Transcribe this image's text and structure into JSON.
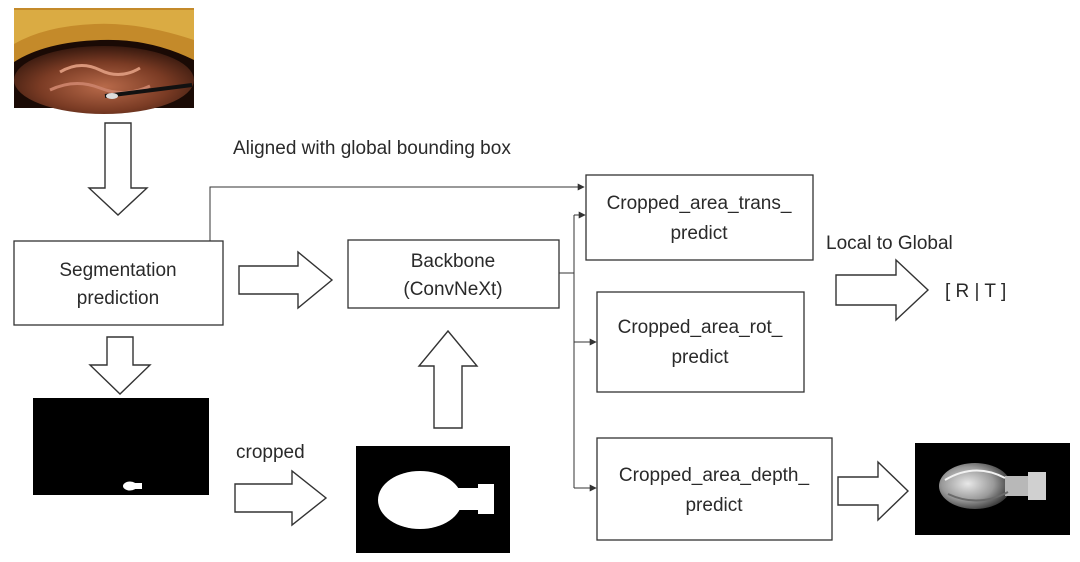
{
  "colors": {
    "stroke": "#333333",
    "mask_bg": "#000000",
    "mask_fg": "#ffffff",
    "photo_tone": "#7a3b24",
    "photo_highlight": "#d7a23a"
  },
  "nodes": {
    "segmentation": [
      "Segmentation",
      "prediction"
    ],
    "backbone": [
      "Backbone",
      "(ConvNeXt)"
    ],
    "trans": [
      "Cropped_area_trans_",
      "predict"
    ],
    "rot": [
      "Cropped_area_rot_",
      "predict"
    ],
    "depth": [
      "Cropped_area_depth_",
      "predict"
    ]
  },
  "labels": {
    "aligned": "Aligned with global bounding box",
    "local_to_global": "Local to Global",
    "rt_output": "[ R | T ]",
    "cropped": "cropped"
  },
  "images": {
    "input_photo": "endoscopic-input-image",
    "full_mask": "segmentation-mask-full",
    "cropped_mask": "segmentation-mask-cropped",
    "depth_output": "depth-render-output"
  }
}
